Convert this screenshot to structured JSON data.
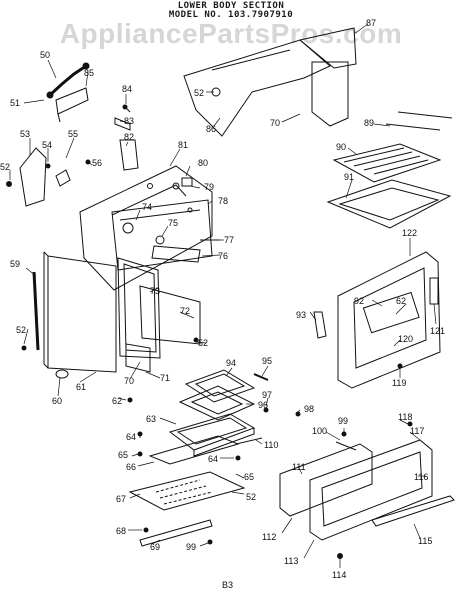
{
  "header": {
    "title": "LOWER BODY SECTION",
    "model_line": "MODEL NO. 103.7907910"
  },
  "watermark": "AppliancePartsPros.com",
  "footer_code": "B3",
  "callouts": {
    "c50": "50",
    "c85": "85",
    "c51": "51",
    "c84": "84",
    "c83": "83",
    "c53": "53",
    "c54": "54",
    "c55": "55",
    "c56": "56",
    "c52a": "52",
    "c82": "82",
    "c81": "81",
    "c80": "80",
    "c79": "79",
    "c74": "74",
    "c78": "78",
    "c75": "75",
    "c77": "77",
    "c76": "76",
    "c59": "59",
    "c73": "73",
    "c72": "72",
    "c52b": "52",
    "c52c": "52",
    "c71": "71",
    "c70b": "70",
    "c60": "60",
    "c61": "61",
    "c62b": "62",
    "c87": "87",
    "c52d": "52",
    "c86": "86",
    "c70a": "70",
    "c89": "89",
    "c90": "90",
    "c91": "91",
    "c122": "122",
    "c92": "92",
    "c62a": "62",
    "c93": "93",
    "c121": "121",
    "c120": "120",
    "c119": "119",
    "c94": "94",
    "c95": "95",
    "c96": "96",
    "c97": "97",
    "c98": "98",
    "c63": "63",
    "c64a": "64",
    "c65a": "65",
    "c66": "66",
    "c110": "110",
    "c64b": "64",
    "c65b": "65",
    "c67": "67",
    "c52e": "52",
    "c68": "68",
    "c69": "69",
    "c99b": "99",
    "c99a": "99",
    "c100": "100",
    "c118": "118",
    "c117": "117",
    "c111": "111",
    "c116": "116",
    "c112": "112",
    "c113": "113",
    "c115": "115",
    "c114": "114"
  }
}
